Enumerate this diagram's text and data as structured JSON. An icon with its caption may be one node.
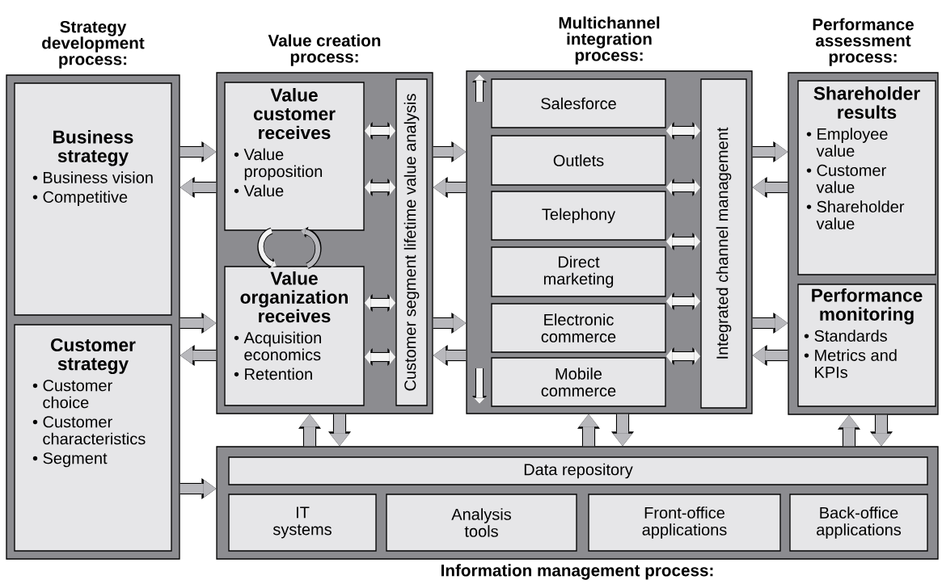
{
  "diagram": {
    "nodes": [
      {
        "text": [
          "Strategy development process:"
        ]
      },
      {
        "text": [
          "Business strategy",
          "• Business vision",
          "• Competitive"
        ],
        "in": 0
      },
      {
        "text": [
          "Customer strategy",
          "• Customer choice",
          "• Customer characteristics",
          "• Segment"
        ],
        "in": 0
      },
      {
        "text": [
          "Value creation process:"
        ]
      },
      {
        "text": [
          "Value customer receives",
          "• Value proposition",
          "• Value"
        ],
        "in": 3
      },
      {
        "text": [
          "Value organization receives",
          "• Acquisition economics",
          "• Retention"
        ],
        "in": 3
      },
      {
        "text": [
          "Customer segment lifetime value analysis"
        ],
        "in": 3
      },
      {
        "text": [
          "Multichannel integration process:"
        ]
      },
      {
        "text": [
          "Salesforce"
        ],
        "in": 7
      },
      {
        "text": [
          "Outlets"
        ],
        "in": 7
      },
      {
        "text": [
          "Telephony"
        ],
        "in": 7
      },
      {
        "text": [
          "Direct marketing"
        ],
        "in": 7
      },
      {
        "text": [
          "Electronic commerce"
        ],
        "in": 7
      },
      {
        "text": [
          "Mobile commerce"
        ],
        "in": 7
      },
      {
        "text": [
          "Integrated channel management"
        ],
        "in": 7
      },
      {
        "text": [
          "Performance assessment process:"
        ]
      },
      {
        "text": [
          "Shareholder results",
          "• Employee value",
          "• Customer value",
          "• Shareholder value"
        ],
        "in": 15
      },
      {
        "text": [
          "Performance monitoring",
          "• Standards",
          "• Metrics and KPIs"
        ],
        "in": 15
      },
      {
        "text": [
          "Information management process:"
        ]
      },
      {
        "text": [
          "Data repository"
        ],
        "in": 18
      },
      {
        "text": [
          "IT systems"
        ],
        "in": 18
      },
      {
        "text": [
          "Analysis tools"
        ],
        "in": 18
      },
      {
        "text": [
          "Front-office applications"
        ],
        "in": 18
      },
      {
        "text": [
          "Back-office applications"
        ],
        "in": 18
      }
    ],
    "edges": [
      {
        "from": 0,
        "to": 3,
        "arrow": "to"
      },
      {
        "from": 3,
        "to": 0,
        "arrow": "to"
      },
      {
        "from": 0,
        "to": 3,
        "arrow": "to"
      },
      {
        "from": 3,
        "to": 0,
        "arrow": "to"
      },
      {
        "from": 0,
        "to": 18,
        "arrow": "to"
      },
      {
        "from": 4,
        "to": 6,
        "arrow": "both",
        "color": "#f4f4f4"
      },
      {
        "from": 4,
        "to": 6,
        "arrow": "both",
        "color": "#f4f4f4"
      },
      {
        "from": 5,
        "to": 6,
        "arrow": "both",
        "color": "#f4f4f4"
      },
      {
        "from": 5,
        "to": 6,
        "arrow": "both",
        "color": "#f4f4f4"
      },
      {
        "from": 4,
        "to": 5,
        "arrow": "to",
        "color": "#f4f4f4"
      },
      {
        "from": 5,
        "to": 4,
        "arrow": "to"
      },
      {
        "from": 3,
        "to": 7,
        "arrow": "to"
      },
      {
        "from": 7,
        "to": 3,
        "arrow": "to"
      },
      {
        "from": 3,
        "to": 7,
        "arrow": "to"
      },
      {
        "from": 7,
        "to": 3,
        "arrow": "to"
      },
      {
        "from": 8,
        "to": 14,
        "arrow": "both",
        "color": "#f4f4f4"
      },
      {
        "from": 9,
        "to": 14,
        "arrow": "both",
        "color": "#f4f4f4"
      },
      {
        "from": 10,
        "to": 14,
        "arrow": "both",
        "color": "#f4f4f4"
      },
      {
        "from": 11,
        "to": 14,
        "arrow": "both",
        "color": "#f4f4f4"
      },
      {
        "from": 12,
        "to": 14,
        "arrow": "both",
        "color": "#f4f4f4"
      },
      {
        "from": 7,
        "to": 15,
        "arrow": "to"
      },
      {
        "from": 15,
        "to": 7,
        "arrow": "to"
      },
      {
        "from": 7,
        "to": 15,
        "arrow": "to"
      },
      {
        "from": 15,
        "to": 7,
        "arrow": "to"
      },
      {
        "from": 18,
        "to": 3,
        "arrow": "to"
      },
      {
        "from": 3,
        "to": 18,
        "arrow": "to"
      },
      {
        "from": 18,
        "to": 7,
        "arrow": "to"
      },
      {
        "from": 7,
        "to": 18,
        "arrow": "to"
      },
      {
        "from": 18,
        "to": 15,
        "arrow": "to"
      },
      {
        "from": 15,
        "to": 18,
        "arrow": "to"
      }
    ]
  }
}
